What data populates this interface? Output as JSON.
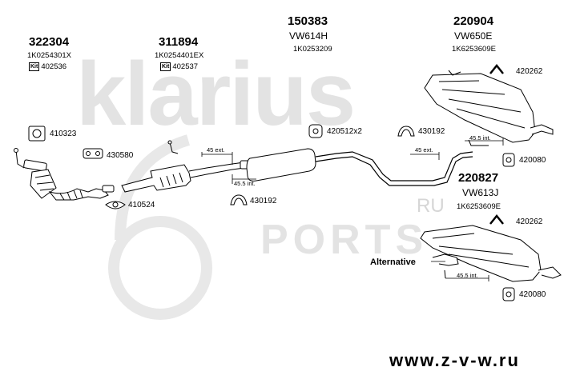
{
  "watermark": {
    "brand": "klarius",
    "ru": "RU",
    "ports": "PORTS"
  },
  "parts": {
    "p322304": {
      "number": "322304",
      "oe": "1K0254301X",
      "kit": "402536"
    },
    "p311894": {
      "number": "311894",
      "oe": "1K0254401EX",
      "kit": "402537"
    },
    "p150383": {
      "number": "150383",
      "model": "VW614H",
      "oe": "1K0253209"
    },
    "p220904": {
      "number": "220904",
      "model": "VW650E",
      "oe": "1K6253609E"
    },
    "p220827": {
      "number": "220827",
      "model": "VW613J",
      "oe": "1K6253609E"
    }
  },
  "labels": {
    "l410323": "410323",
    "l430580": "430580",
    "l410524": "410524",
    "l420512": "420512x2",
    "l430192a": "430192",
    "l430192b": "430192",
    "l420262a": "420262",
    "l420080a": "420080",
    "l420262b": "420262",
    "l420080b": "420080"
  },
  "annotations": {
    "ext45a": "45 ext.",
    "int45a": "45.5 int.",
    "ext45b": "45 ext.",
    "int45b": "45.5 int.",
    "int45c": "45.5 int.",
    "alternative": "Alternative"
  },
  "kit_badge": "Kit",
  "footer": {
    "url": "www.z-v-w.ru"
  },
  "colors": {
    "watermark": "#e3e3e3",
    "line": "#000000"
  }
}
